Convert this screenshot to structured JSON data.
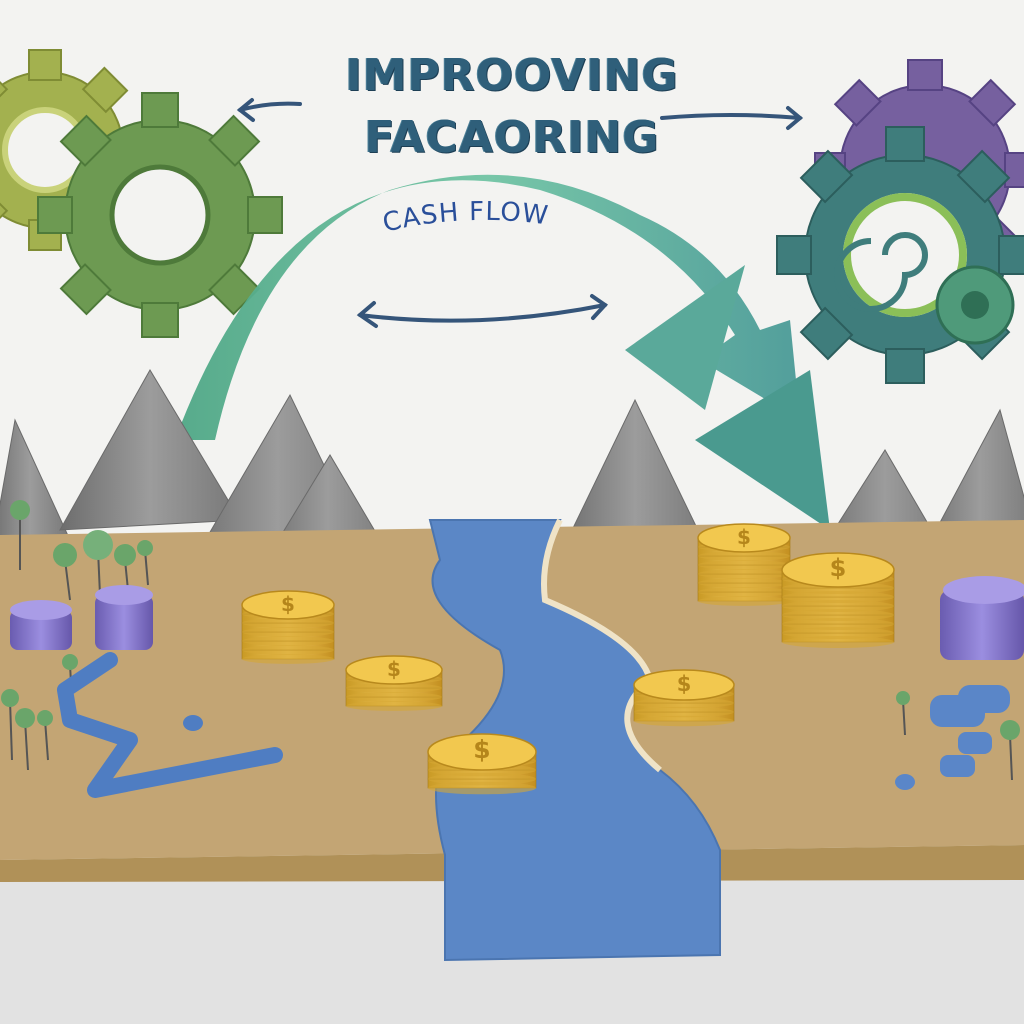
{
  "title": {
    "line1": "IMPROOVING",
    "line2": "FACAORING"
  },
  "arc_label": "CASH FLOW",
  "coin_symbol": "$",
  "colors": {
    "background": "#f3f3f1",
    "ground": "#c3a574",
    "ground_side": "#b39561",
    "river": "#5b87c6",
    "arc": "#69bfa1",
    "gear_lime": "#a3b14f",
    "gear_green": "#6d9a52",
    "gear_purple": "#76609f",
    "gear_teal": "#3f7d7c",
    "coin": "#e3b23c",
    "purple_stack": "#8575c4",
    "mountain": "#8b8b8b",
    "arrow": "#35557a"
  },
  "icons": [
    "gear-icon",
    "coin-stack-icon",
    "mountain-icon",
    "tree-icon",
    "pipe-icon",
    "double-arrow-icon"
  ]
}
